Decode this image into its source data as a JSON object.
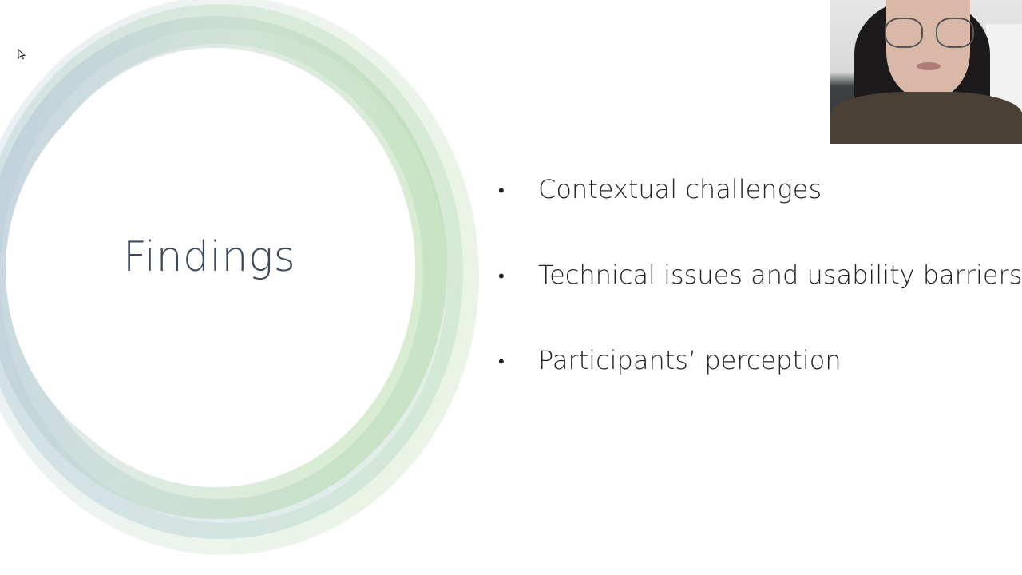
{
  "slide": {
    "title": "Findings",
    "bullets": [
      "Contextual challenges",
      "Technical issues and usability barriers",
      "Participants’ perception"
    ]
  },
  "colors": {
    "ring_blue": "#a9bfd8",
    "ring_green": "#a8d3a0",
    "text": "#222222",
    "title": "#3b4a5c"
  },
  "icons": {
    "cursor": "mouse-pointer-icon",
    "bullet": "bullet-dot-icon"
  }
}
